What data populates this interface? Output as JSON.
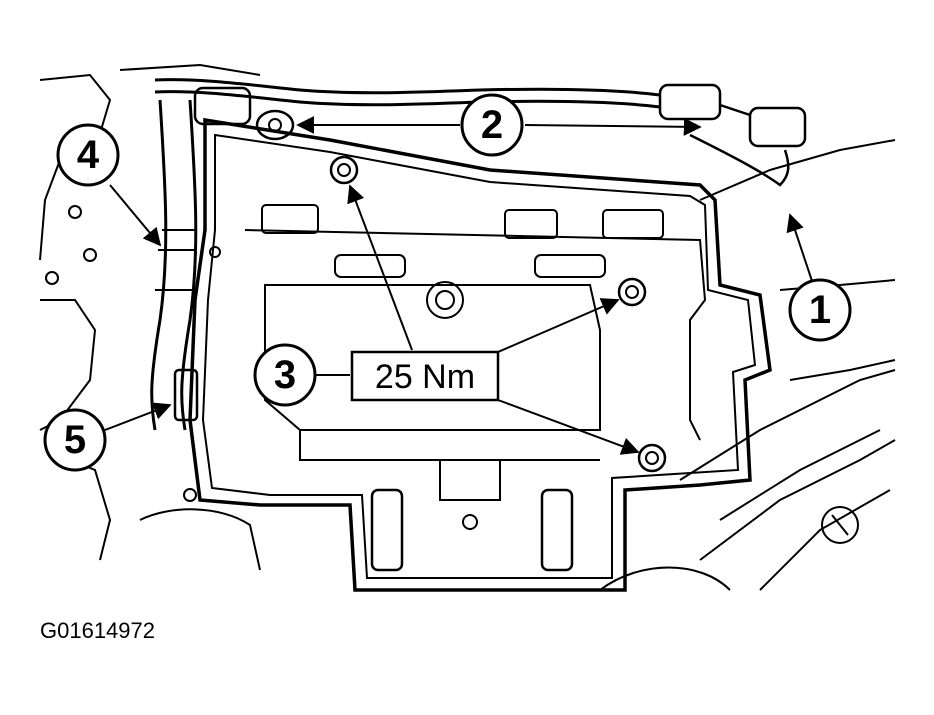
{
  "callouts": {
    "c1": "1",
    "c2": "2",
    "c3": "3",
    "c4": "4",
    "c5": "5"
  },
  "torque_label": "25 Nm",
  "figure_id": "G01614972"
}
